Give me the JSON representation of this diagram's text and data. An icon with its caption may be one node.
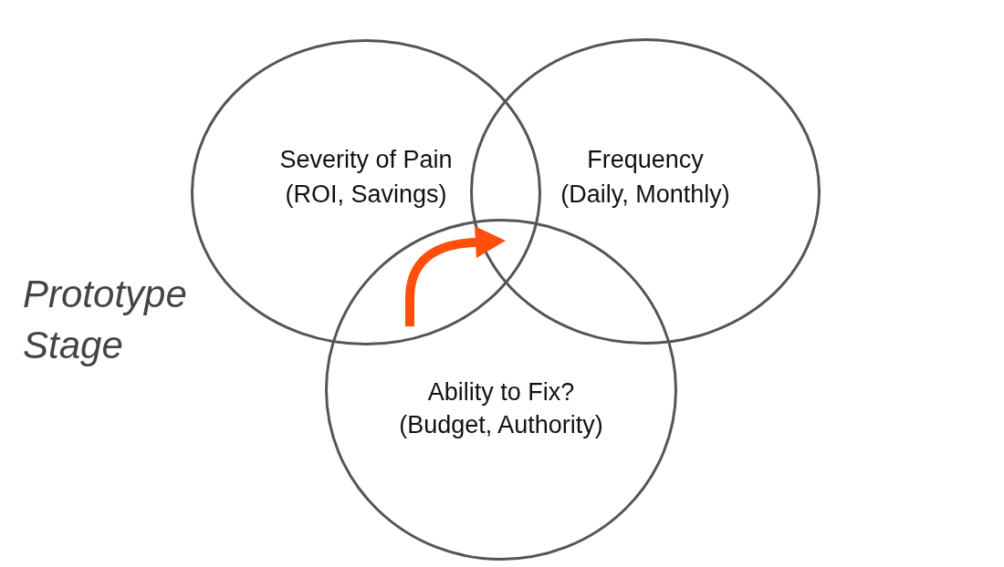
{
  "diagram": {
    "nodes": [
      {
        "text": [
          "Severity of Pain",
          "(ROI, Savings)"
        ]
      },
      {
        "text": [
          "Frequency",
          "(Daily, Monthly)"
        ]
      },
      {
        "text": [
          "Ability to Fix?",
          "(Budget, Authority)"
        ]
      }
    ],
    "labels": [
      "Prototype Stage"
    ]
  }
}
